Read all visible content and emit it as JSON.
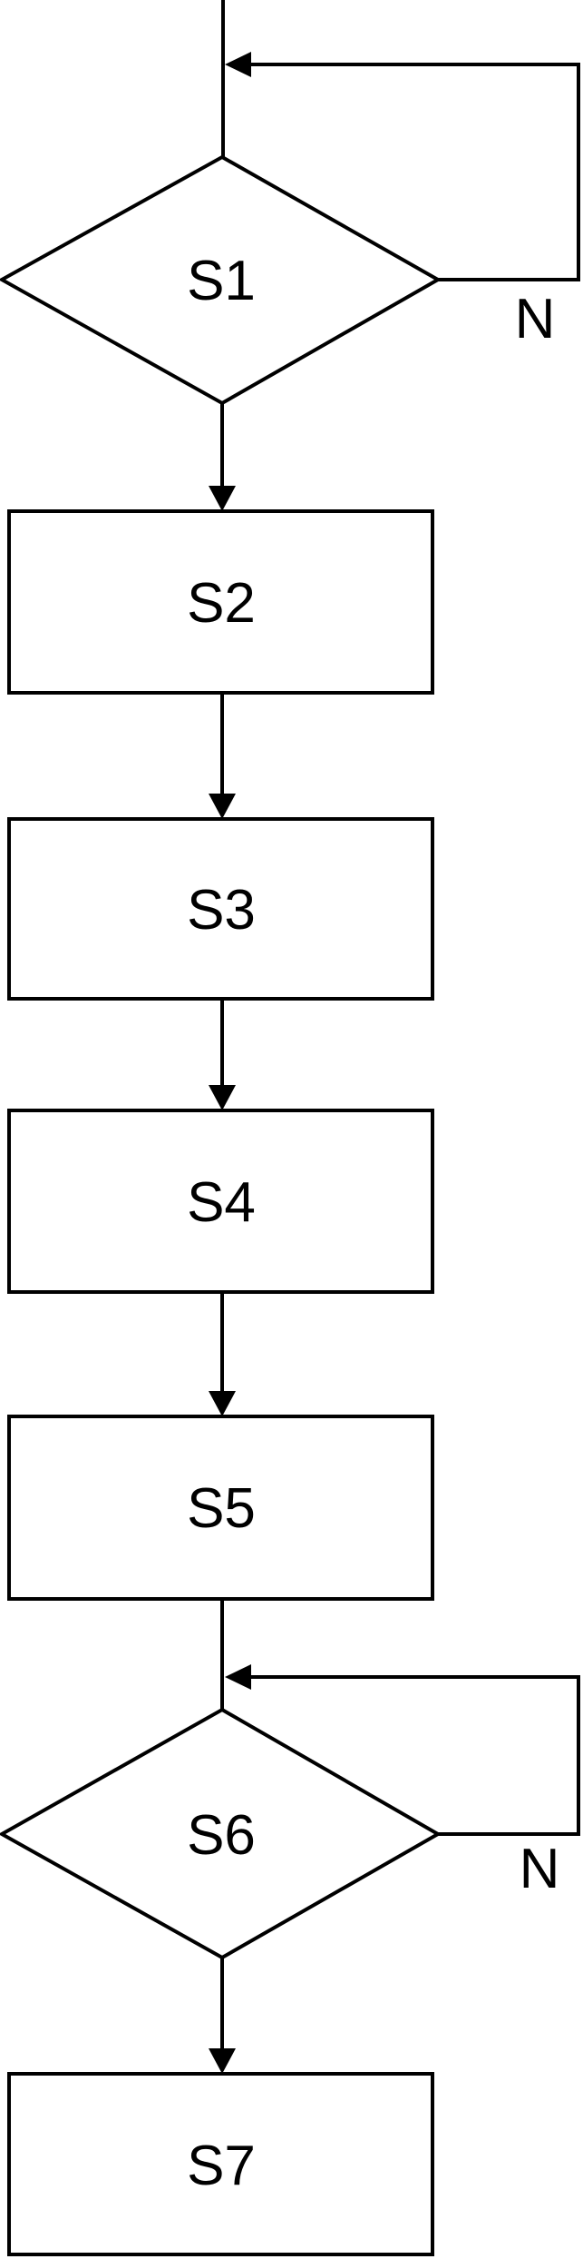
{
  "figure": {
    "type": "flowchart",
    "colors": {
      "background": "#ffffff",
      "line": "#000000",
      "text": "#000000"
    },
    "steps": [
      {
        "id": "s1",
        "shape": "decision",
        "label": "S1",
        "no_branch_label": "N"
      },
      {
        "id": "s2",
        "shape": "process",
        "label": "S2"
      },
      {
        "id": "s3",
        "shape": "process",
        "label": "S3"
      },
      {
        "id": "s4",
        "shape": "process",
        "label": "S4"
      },
      {
        "id": "s5",
        "shape": "process",
        "label": "S5"
      },
      {
        "id": "s6",
        "shape": "decision",
        "label": "S6",
        "no_branch_label": "N"
      },
      {
        "id": "s7",
        "shape": "process",
        "label": "S7"
      }
    ],
    "edges": [
      {
        "from": "start",
        "to": "s1"
      },
      {
        "from": "s1",
        "to": "s1",
        "label": "N",
        "type": "loop-right"
      },
      {
        "from": "s1",
        "to": "s2"
      },
      {
        "from": "s2",
        "to": "s3"
      },
      {
        "from": "s3",
        "to": "s4"
      },
      {
        "from": "s4",
        "to": "s5"
      },
      {
        "from": "s5",
        "to": "s6"
      },
      {
        "from": "s6",
        "to": "s6",
        "label": "N",
        "type": "loop-right"
      },
      {
        "from": "s6",
        "to": "s7"
      }
    ]
  }
}
